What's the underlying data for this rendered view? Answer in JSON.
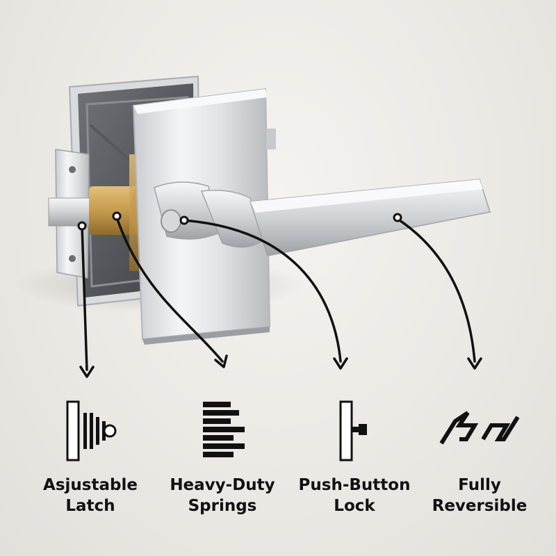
{
  "features": [
    {
      "icon": "adjustable-latch-icon",
      "line1": "Asjustable",
      "line2": "Latch"
    },
    {
      "icon": "heavy-duty-springs-icon",
      "line1": "Heavy-Duty",
      "line2": "Springs"
    },
    {
      "icon": "push-button-lock-icon",
      "line1": "Push-Button",
      "line2": "Lock"
    },
    {
      "icon": "fully-reversible-icon",
      "line1": "Fully",
      "line2": "Reversible"
    }
  ],
  "colors": {
    "background": "#ecebe6",
    "chrome": "#d4d6d8",
    "brass": "#c9a25a",
    "ink": "#111111"
  }
}
